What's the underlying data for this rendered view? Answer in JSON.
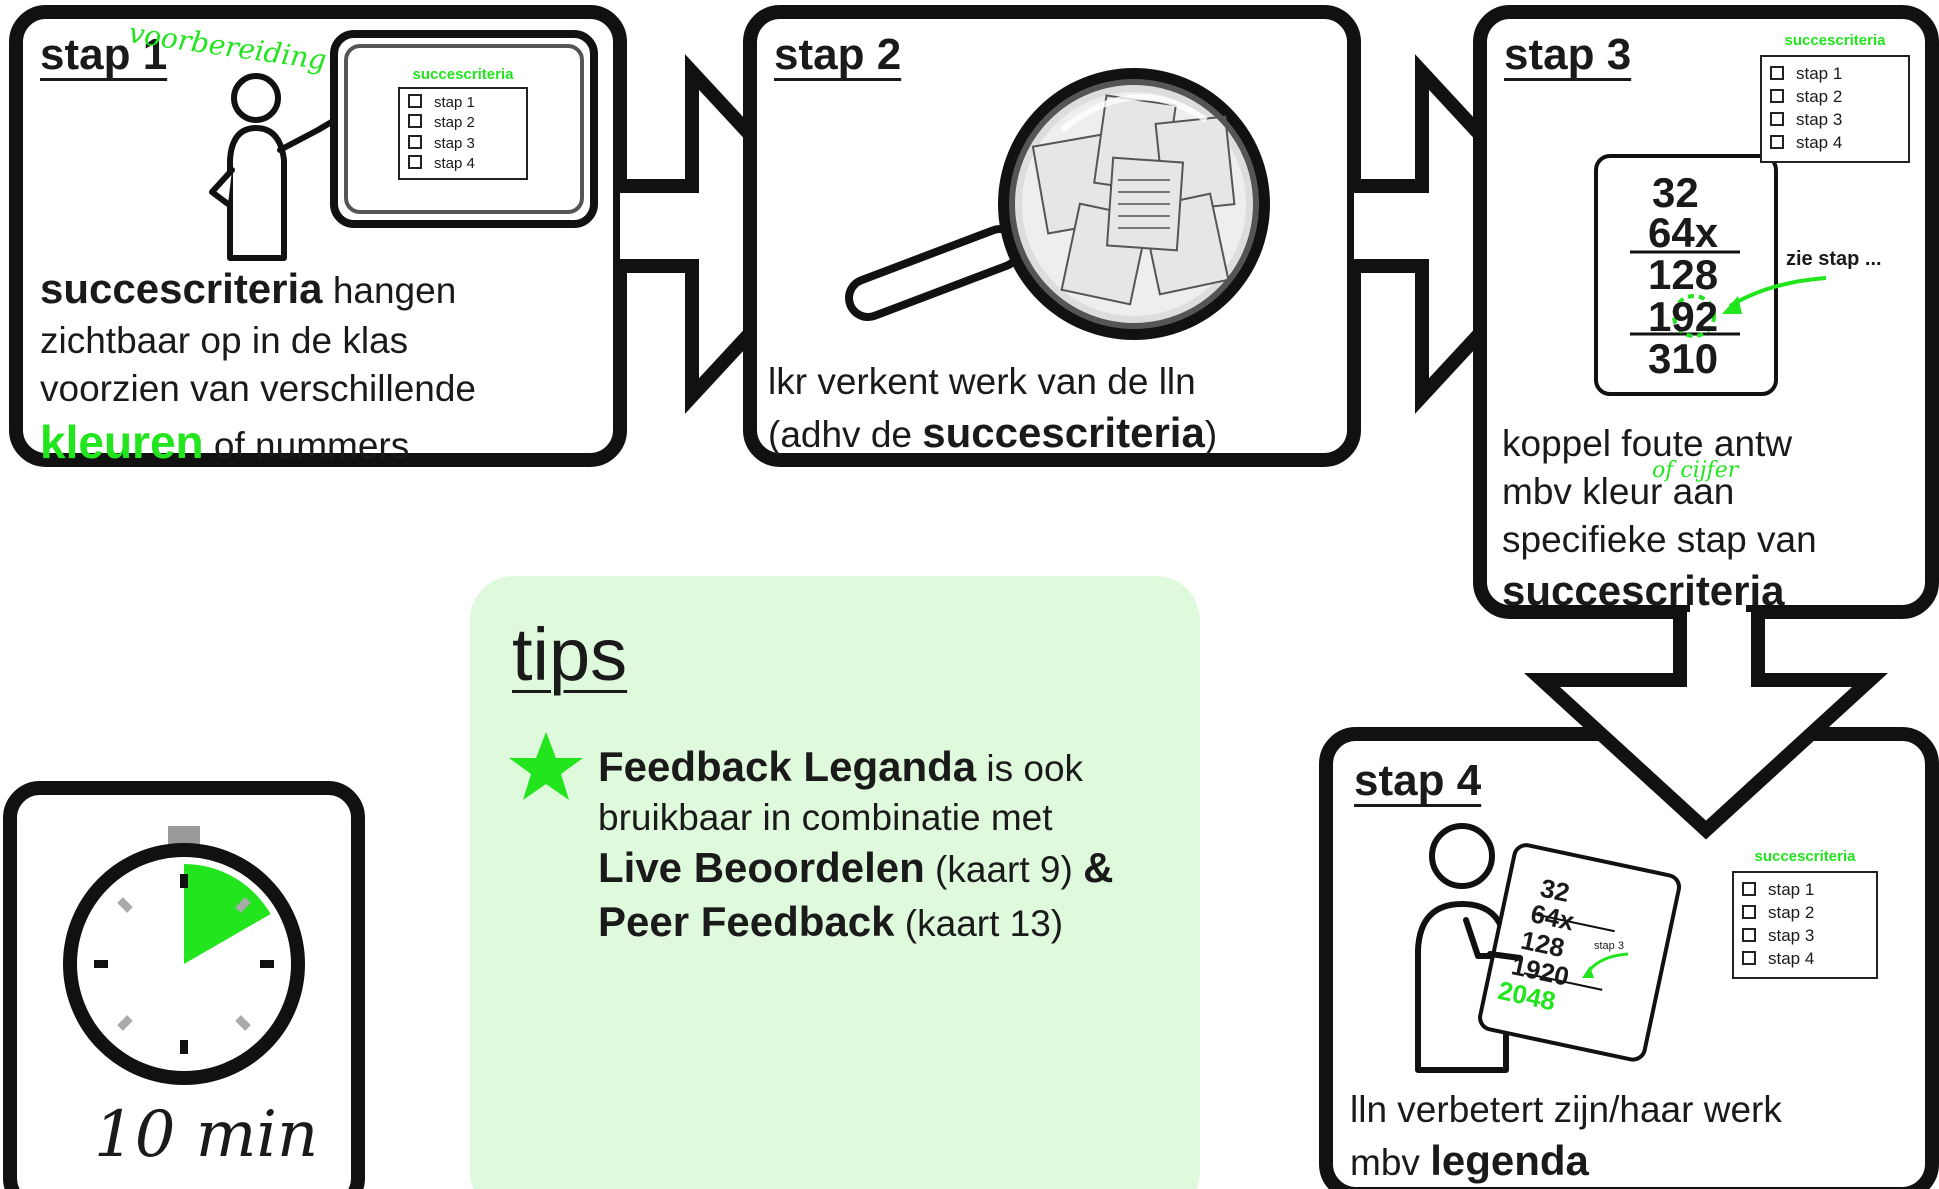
{
  "steps": [
    {
      "title": "stap 1",
      "note": "voorbereiding",
      "text": {
        "highlight": "succescriteria",
        "line1_rest": " hangen",
        "line2": "zichtbaar op in de klas",
        "line3": "voorzien van verschillende",
        "highlight_green": "kleuren",
        "line4_rest": " of nummers"
      },
      "board": {
        "title": "succescriteria",
        "items": [
          "stap 1",
          "stap 2",
          "stap 3",
          "stap 4"
        ]
      }
    },
    {
      "title": "stap 2",
      "text": {
        "line1": "lkr verkent werk van de lln",
        "line2_pre": "(adhv de ",
        "line2_bold": "succescriteria",
        "line2_post": ")"
      }
    },
    {
      "title": "stap 3",
      "text": {
        "line1": "koppel foute antw",
        "line2": "mbv kleur aan",
        "line2_note": "of cijfer",
        "line3": "specifieke stap van",
        "line4_bold": "succescriteria"
      },
      "checklist": {
        "title": "succescriteria",
        "items": [
          "stap 1",
          "stap 2",
          "stap 3",
          "stap 4"
        ]
      },
      "calc": {
        "lines": [
          "32",
          "64x",
          "128",
          "192",
          "310"
        ],
        "note": "zie stap ..."
      }
    },
    {
      "title": "stap 4",
      "text": {
        "line1": "lln verbetert zijn/haar werk",
        "line2_pre": "mbv ",
        "line2_bold": "legenda"
      },
      "checklist": {
        "title": "succescriteria",
        "items": [
          "stap 1",
          "stap 2",
          "stap 3",
          "stap 4"
        ]
      },
      "paper": {
        "lines": [
          "32",
          "64x",
          "128",
          "1920",
          "2048"
        ],
        "note": "stap 3"
      }
    }
  ],
  "timer": {
    "label": "10 min",
    "fraction": 0.1667
  },
  "tips": {
    "title": "tips",
    "bold1": "Feedback Leganda",
    "rest1": " is ook",
    "line2": "bruikbaar in combinatie met",
    "bold3": "Live Beoordelen",
    "rest3": " (kaart 9) ",
    "amp": "&",
    "bold4": "Peer Feedback",
    "rest4": " (kaart 13)"
  },
  "colors": {
    "accent": "#22e51e",
    "stroke": "#111111",
    "tips_background": "#dff9dc"
  }
}
